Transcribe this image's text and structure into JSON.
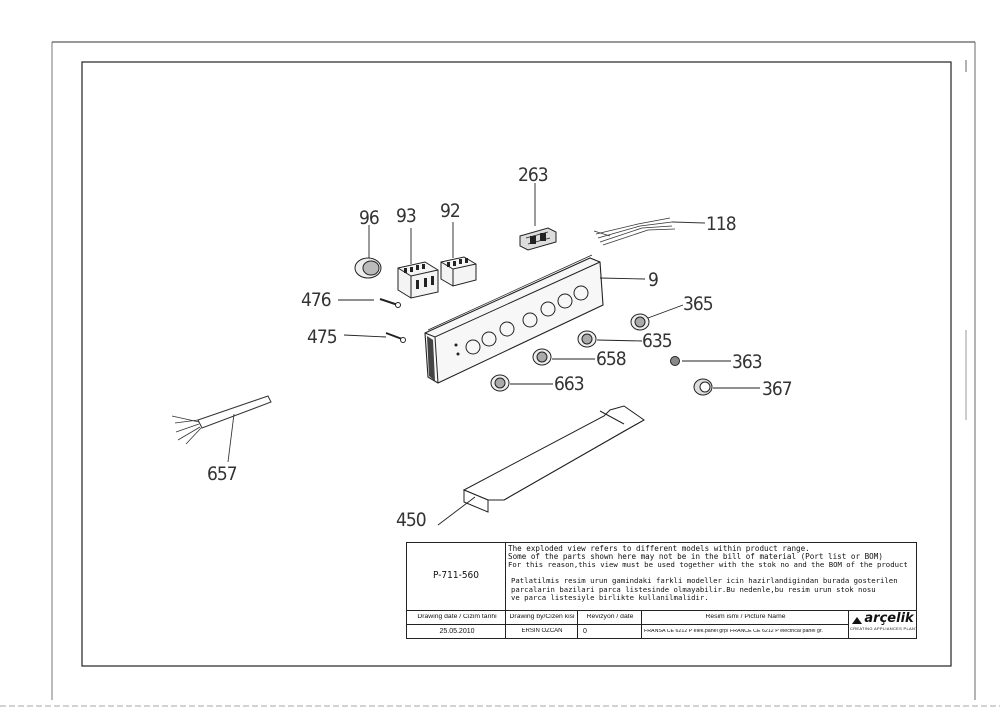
{
  "drawing": {
    "part_numbers": {
      "p263": "263",
      "p118": "118",
      "p96": "96",
      "p93": "93",
      "p92": "92",
      "p9": "9",
      "p476": "476",
      "p365": "365",
      "p475": "475",
      "p635": "635",
      "p658": "658",
      "p363": "363",
      "p663": "663",
      "p367": "367",
      "p657": "657",
      "p450": "450"
    }
  },
  "title_block": {
    "drawing_number": "P-711-560",
    "notes": [
      "The exploded view refers to different models within product range.",
      "Some of the parts shown here may not be in the bill of material (Port list or BOM)",
      "For this reason,this view must be used together with the stok no and the BOM of the product",
      "Patlatilmis resim urun gamindaki farkli modeller icin hazirlandigindan burada gosterilen",
      "parcalarin bazilari parca listesinde olmayabilir.Bu nedenle,bu resim urun stok nosu",
      "ve parca listesiyle birlikte kullanilmalidir."
    ],
    "headers": {
      "drawing_date": "Drawing date / Cizim tarihi",
      "drawn_by": "Drawing by/Cizen kisi",
      "revision": "Revizyon / date",
      "picture_name": "Resim ismi / Picture Name"
    },
    "values": {
      "drawing_date": "25.05.2010",
      "drawn_by": "ERSIN OZCAN",
      "revision": "0",
      "picture_name": "FRANSA CE 6212 P elek.panel grp/ FRANCE CE 6212 P electrical panel gr."
    },
    "brand": {
      "name": "arçelik",
      "tagline": "CREATING APPLIANCES PLANT"
    }
  }
}
